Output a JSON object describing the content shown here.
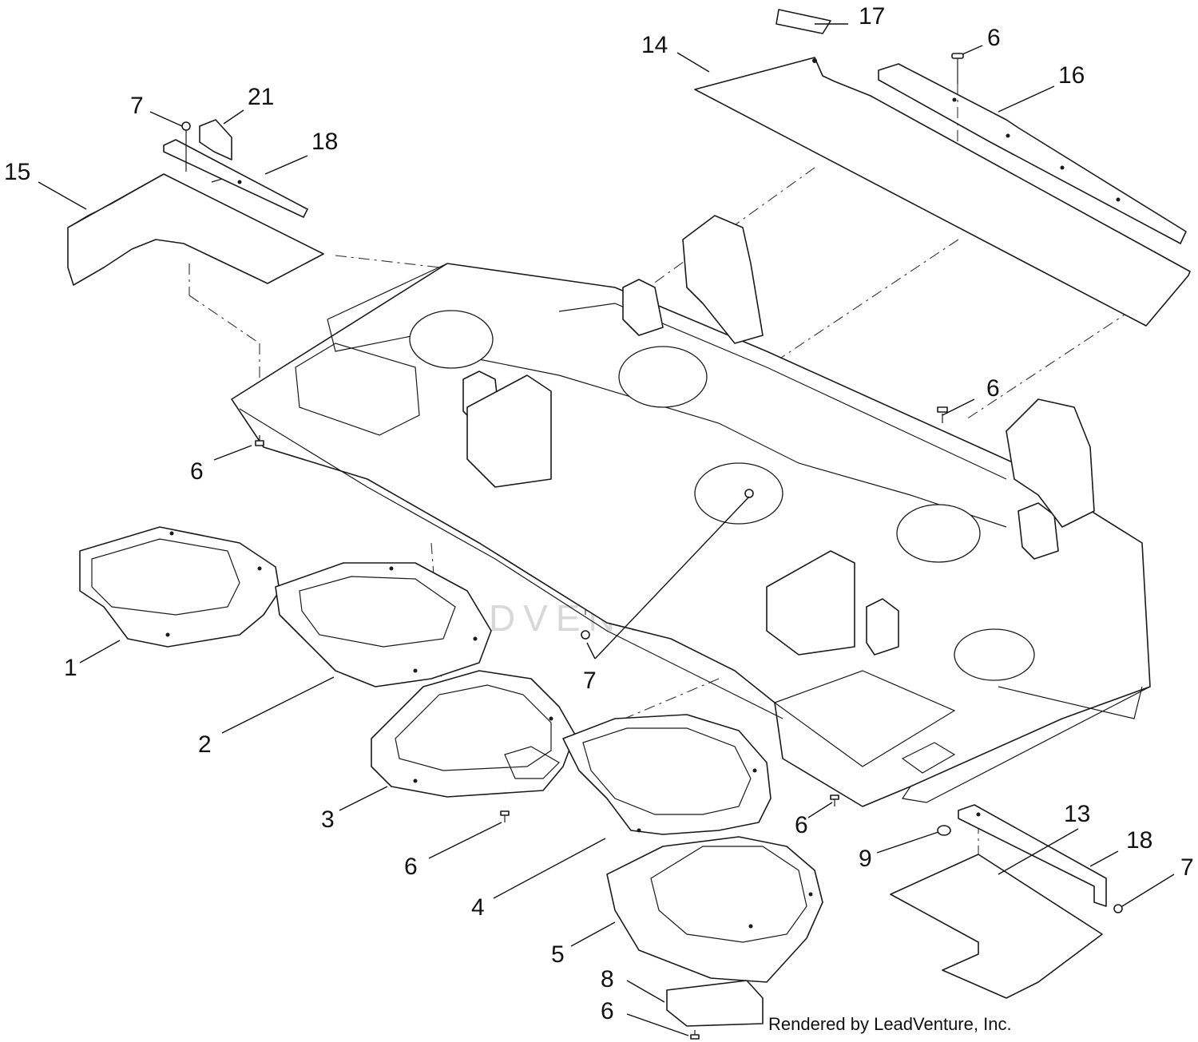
{
  "watermark": "LEADVENTURE",
  "credit": "Rendered by LeadVenture, Inc.",
  "callouts": [
    {
      "id": "c-17",
      "label": "17"
    },
    {
      "id": "c-14",
      "label": "14"
    },
    {
      "id": "c-6a",
      "label": "6"
    },
    {
      "id": "c-16",
      "label": "16"
    },
    {
      "id": "c-7a",
      "label": "7"
    },
    {
      "id": "c-21",
      "label": "21"
    },
    {
      "id": "c-18a",
      "label": "18"
    },
    {
      "id": "c-15",
      "label": "15"
    },
    {
      "id": "c-6b",
      "label": "6"
    },
    {
      "id": "c-6c",
      "label": "6"
    },
    {
      "id": "c-1",
      "label": "1"
    },
    {
      "id": "c-7b",
      "label": "7"
    },
    {
      "id": "c-2",
      "label": "2"
    },
    {
      "id": "c-3",
      "label": "3"
    },
    {
      "id": "c-6d",
      "label": "6"
    },
    {
      "id": "c-6e",
      "label": "6"
    },
    {
      "id": "c-4",
      "label": "4"
    },
    {
      "id": "c-9",
      "label": "9"
    },
    {
      "id": "c-13",
      "label": "13"
    },
    {
      "id": "c-18b",
      "label": "18"
    },
    {
      "id": "c-7c",
      "label": "7"
    },
    {
      "id": "c-5",
      "label": "5"
    },
    {
      "id": "c-8",
      "label": "8"
    },
    {
      "id": "c-6f",
      "label": "6"
    }
  ]
}
